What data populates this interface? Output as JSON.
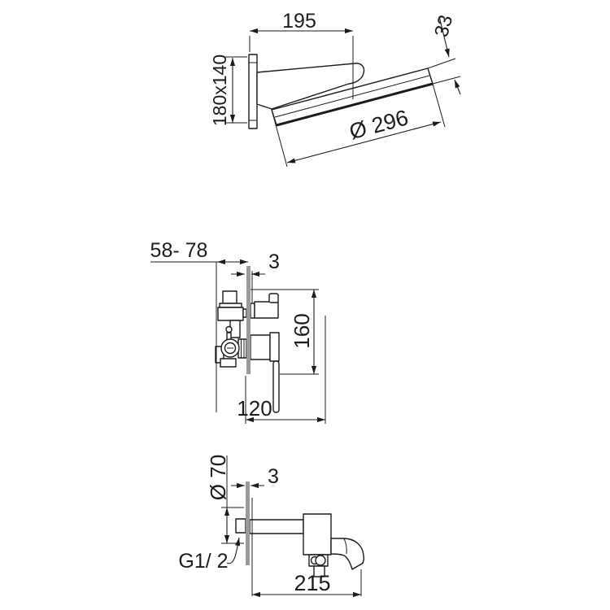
{
  "title": "Wall-mounted waterfall mixer technical drawing",
  "colors": {
    "background": "#ffffff",
    "line": "#1c1c1c",
    "wall_section": "#9a9a9a"
  },
  "views": {
    "waterfall_spout": {
      "dim_projection": "195",
      "dim_edge_thickness": "33",
      "dim_wall_plate": "180x140",
      "dim_disc_diameter": "Ø 296"
    },
    "concealed_mixer": {
      "dim_mounting_depth": "58- 78",
      "dim_wall_thickness": "3",
      "dim_height": "160",
      "dim_width": "120"
    },
    "bath_spout": {
      "dim_escutcheon_diameter": "Ø 70",
      "dim_wall_thickness": "3",
      "dim_thread": "G1/ 2",
      "dim_length": "215"
    }
  }
}
